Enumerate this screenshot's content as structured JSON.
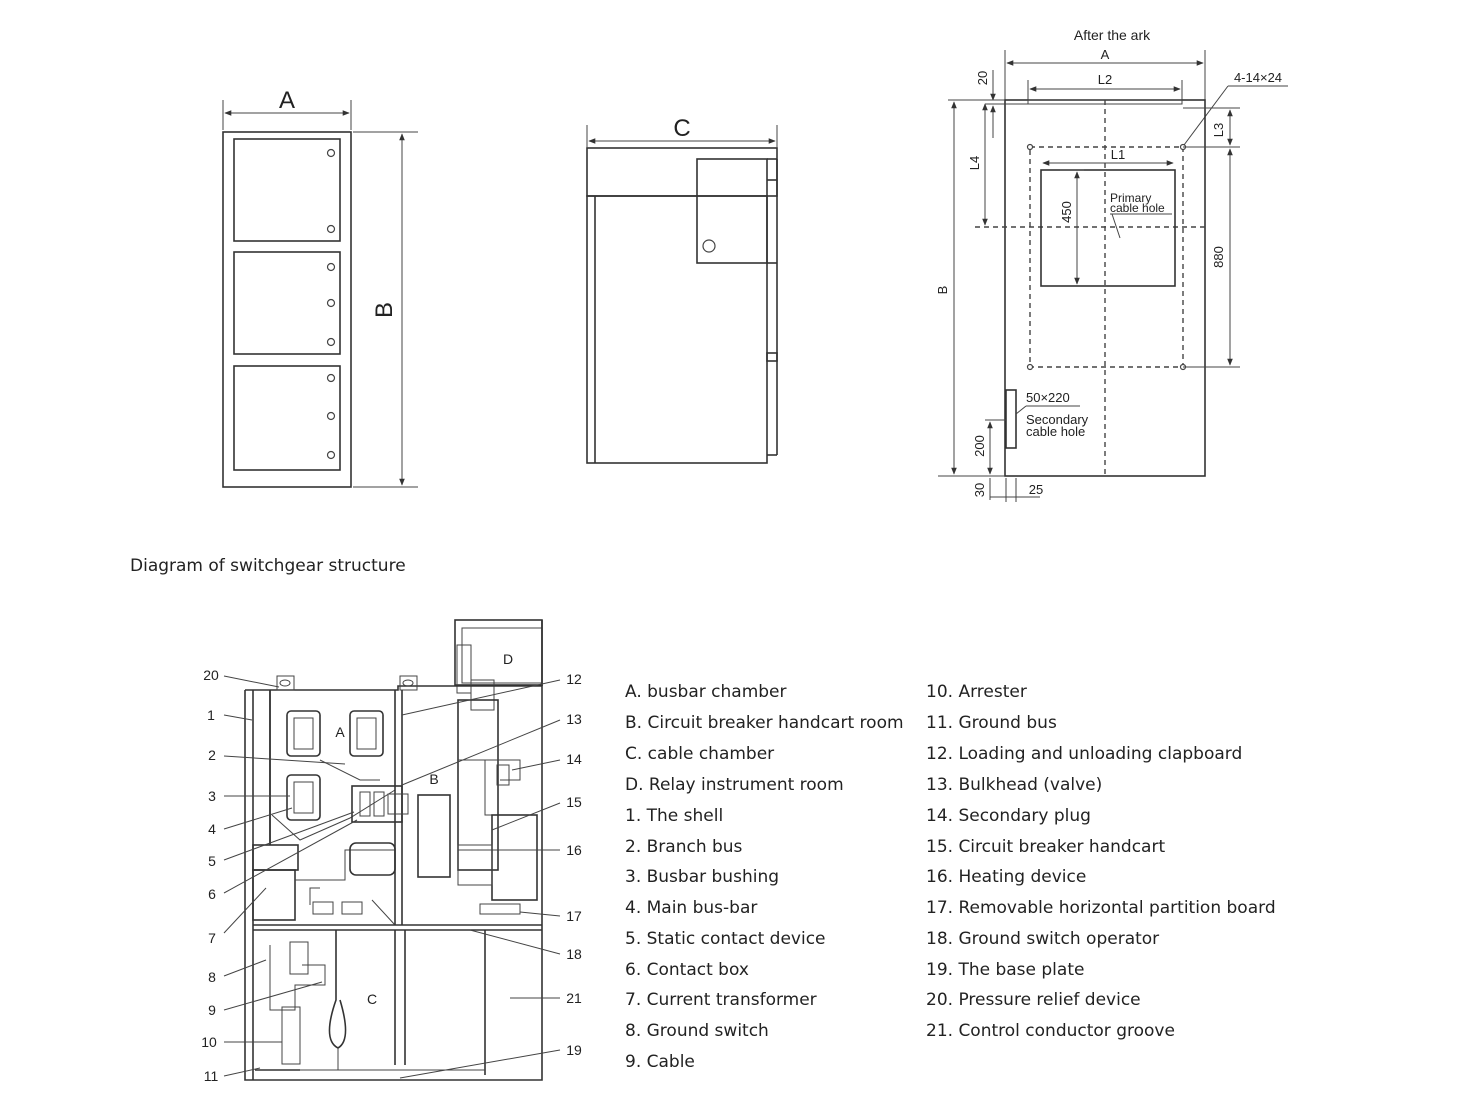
{
  "front_view": {
    "width_label": "A",
    "height_label": "B"
  },
  "side_view": {
    "depth_label": "C"
  },
  "plan_view": {
    "title": "After the ark",
    "dims": {
      "a": "A",
      "l2": "L2",
      "hole": "4-14×24",
      "d20": "20",
      "l3": "L3",
      "l4": "L4",
      "l1": "L1",
      "d450": "450",
      "d880": "880",
      "b": "B",
      "slot": "50×220",
      "d200": "200",
      "d30": "30",
      "d25": "25"
    },
    "primary_hole": [
      "Primary",
      "cable hole"
    ],
    "secondary_hole": [
      "Secondary",
      "cable hole"
    ]
  },
  "structure_caption": "Diagram of switchgear structure",
  "section": {
    "zones": {
      "a": "A",
      "b": "B",
      "c": "C",
      "d": "D"
    },
    "callouts": [
      "20",
      "1",
      "2",
      "3",
      "4",
      "5",
      "6",
      "7",
      "8",
      "9",
      "10",
      "11",
      "12",
      "13",
      "14",
      "15",
      "16",
      "17",
      "18",
      "21",
      "19"
    ]
  },
  "legend": {
    "left": [
      "A. busbar chamber",
      "B. Circuit breaker handcart room",
      "C. cable chamber",
      "D. Relay instrument room",
      "1. The shell",
      "2. Branch bus",
      "3. Busbar bushing",
      "4. Main bus-bar",
      "5. Static contact device",
      "6. Contact box",
      "7. Current transformer",
      "8. Ground switch",
      "9. Cable"
    ],
    "right": [
      "10. Arrester",
      "11. Ground bus",
      "12. Loading and unloading clapboard",
      "13. Bulkhead (valve)",
      "14. Secondary plug",
      "15. Circuit breaker handcart",
      "16. Heating device",
      "17. Removable horizontal partition board",
      "18. Ground switch operator",
      "19. The base plate",
      "20. Pressure relief device",
      "21. Control conductor groove"
    ]
  }
}
